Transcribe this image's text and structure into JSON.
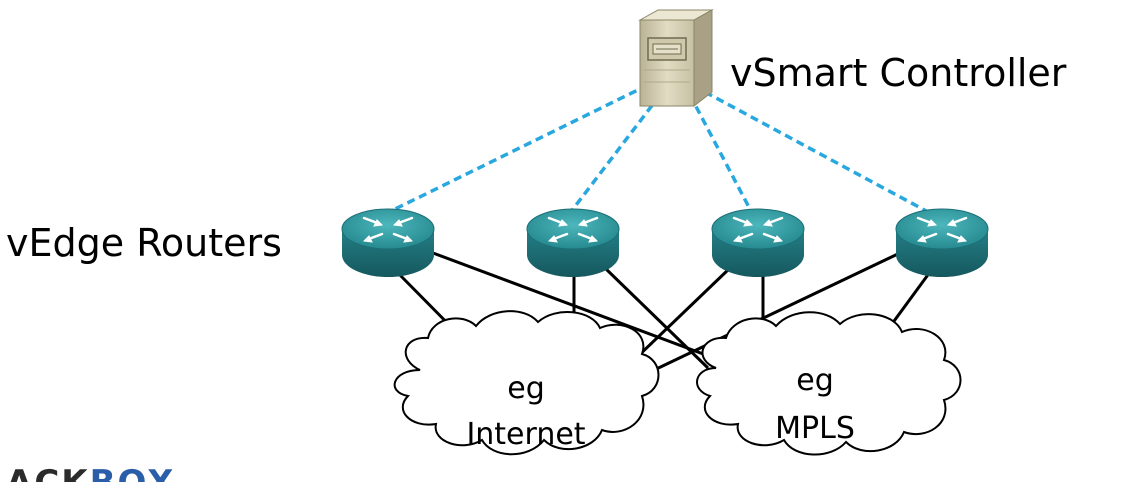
{
  "labels": {
    "controller": "vSmart Controller",
    "routers": "vEdge Routers",
    "cloud_internet_line1": "eg",
    "cloud_internet_line2": "Internet",
    "cloud_mpls_line1": "eg",
    "cloud_mpls_line2": "MPLS"
  },
  "logo": {
    "text_left": "ACK",
    "text_right": "BOX"
  },
  "icons": {
    "controller": "server-icon",
    "router": "router-icon",
    "cloud": "cloud-icon"
  },
  "colors": {
    "control_link": "#29a8e0",
    "data_link": "#000000",
    "router_top": "#2f9aa0",
    "router_side": "#1c6f76",
    "server_body": "#d8d1b4",
    "logo_dark": "#2b2b2b",
    "logo_blue": "#2a5ea8"
  }
}
